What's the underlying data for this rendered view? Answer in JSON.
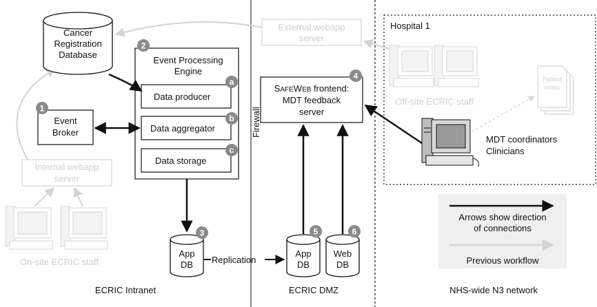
{
  "zones": {
    "intranet": "ECRIC Intranet",
    "dmz": "ECRIC DMZ",
    "n3": "NHS-wide N3 network",
    "hospital": "Hospital 1"
  },
  "firewall": "Firewall",
  "cancer_db": [
    "Cancer",
    "Registration",
    "Database"
  ],
  "external_webapp": [
    "External webapp",
    "server"
  ],
  "internal_webapp": [
    "Internal webapp",
    "server"
  ],
  "engine": {
    "number": "2",
    "title": [
      "Event Processing",
      "Engine"
    ],
    "components": [
      {
        "letter": "a",
        "label": "Data producer"
      },
      {
        "letter": "b",
        "label": "Data aggregator"
      },
      {
        "letter": "c",
        "label": "Data storage"
      }
    ]
  },
  "broker": {
    "number": "1",
    "label": [
      "Event",
      "Broker"
    ]
  },
  "frontend": {
    "number": "4",
    "label_sc1": "S",
    "label_sc2": "AFE",
    "label_sc3": "W",
    "label_sc4": "EB",
    "label_rest": " frontend:",
    "lines": [
      "MDT feedback",
      "server"
    ]
  },
  "app_db_intranet": {
    "number": "3",
    "label": [
      "App",
      "DB"
    ]
  },
  "app_db_dmz": {
    "number": "5",
    "label": [
      "App",
      "DB"
    ]
  },
  "web_db": {
    "number": "6",
    "label": [
      "Web",
      "DB"
    ]
  },
  "replication": "Replication",
  "onsite_staff": "On-site ECRIC staff",
  "offsite_staff": "Off-site ECRIC staff",
  "patient_notes": [
    "Patient",
    "notes"
  ],
  "mdt_users": [
    "MDT coordinators",
    "Clinicians"
  ],
  "legend": {
    "arrows": [
      "Arrows show direction",
      "of connections"
    ],
    "previous": "Previous workflow"
  },
  "colors": {
    "active": "#111111",
    "previous": "#d4d4d4",
    "badge": "#8a8a8a"
  }
}
